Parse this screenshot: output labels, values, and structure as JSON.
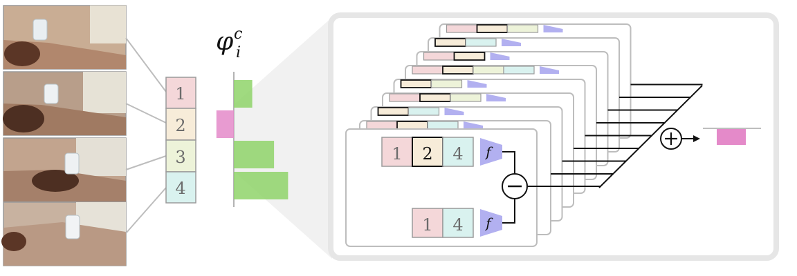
{
  "frames": [
    {
      "index": "1"
    },
    {
      "index": "2"
    },
    {
      "index": "3"
    },
    {
      "index": "4"
    }
  ],
  "phi": {
    "symbol": "φ",
    "sup": "c",
    "sub": "i"
  },
  "phi_values": [
    {
      "frame": "1",
      "value": 0.38,
      "color": "#8fd36a"
    },
    {
      "frame": "2",
      "value": -0.36,
      "color": "#e48ac9"
    },
    {
      "frame": "3",
      "value": 0.83,
      "color": "#8fd36a"
    },
    {
      "frame": "4",
      "value": 1.12,
      "color": "#8fd36a"
    }
  ],
  "frame_colors": {
    "1": "#f4d7d9",
    "2": "#f7ecd9",
    "3": "#edf3d9",
    "4": "#d9f2ef"
  },
  "detail": {
    "top_row": [
      "1",
      "2",
      "4"
    ],
    "bottom_row": [
      "1",
      "4"
    ],
    "function_label": "f",
    "minus_sign": "−",
    "plus_sign": "+"
  },
  "colors": {
    "function_block": "#b2b0f0",
    "output_bar": "#e48ac9",
    "panel_bg": "#f2f2f2"
  }
}
